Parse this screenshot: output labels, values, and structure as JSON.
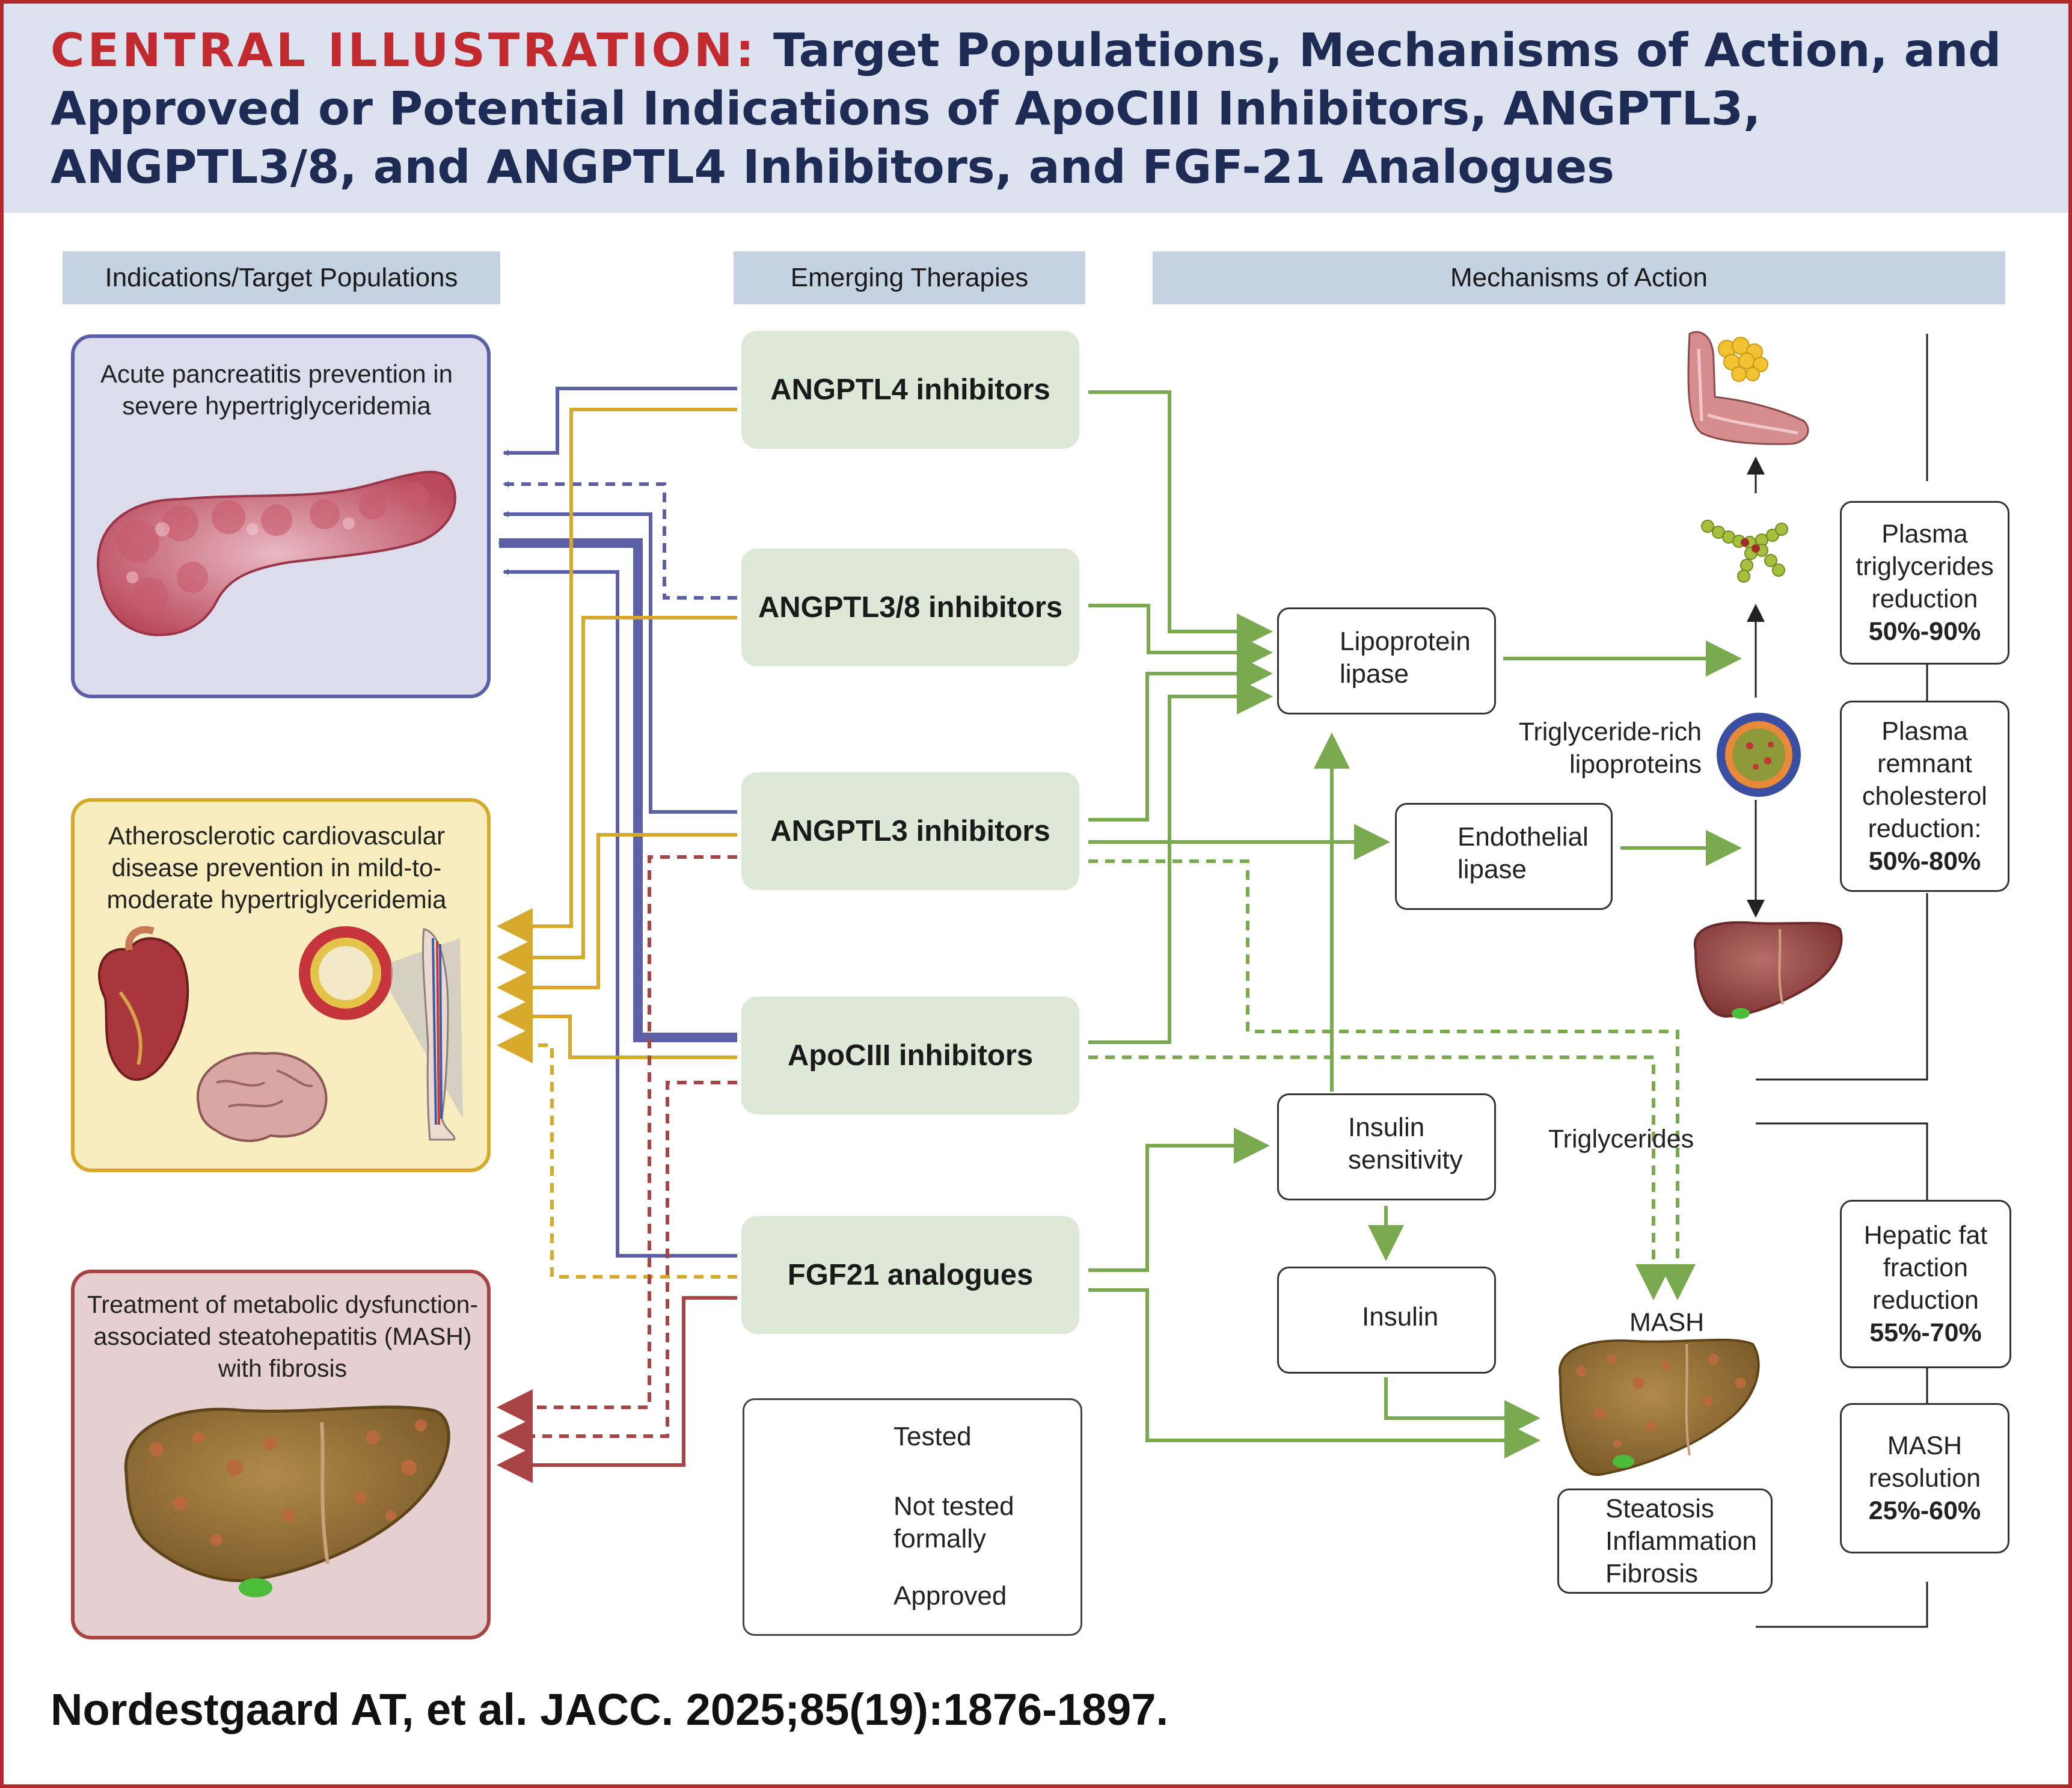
{
  "header": {
    "title_prefix": "CENTRAL ILLUSTRATION:",
    "title_rest": "Target Populations, Mechanisms of Action, and Approved or Potential Indications of ApoCIII Inhibitors, ANGPTL3, ANGPTL3/8, and ANGPTL4 Inhibitors, and FGF-21 Analogues",
    "bg_color": "#dde2f0",
    "prefix_color": "#c12b2f"
  },
  "columns": {
    "indications": "Indications/Target Populations",
    "therapies": "Emerging Therapies",
    "mechanisms": "Mechanisms of Action"
  },
  "indications": [
    {
      "label": "Acute pancreatitis prevention in severe hypertriglyceridemia",
      "color": "#5b5fa8",
      "image": "pancreas"
    },
    {
      "label": "Atherosclerotic cardiovascular disease prevention in mild-to-moderate hypertriglyceridemia",
      "color": "#d6a92a",
      "image": "heart-artery-brain-leg"
    },
    {
      "label": "Treatment of metabolic dysfunction-associated steatohepatitis (MASH) with fibrosis",
      "color": "#a94444",
      "image": "fatty-liver"
    }
  ],
  "therapies": [
    "ANGPTL4 inhibitors",
    "ANGPTL3/8 inhibitors",
    "ANGPTL3 inhibitors",
    "ApoCIII inhibitors",
    "FGF21 analogues"
  ],
  "mechanisms": {
    "lpl": "Lipoprotein lipase",
    "el": "Endothelial lipase",
    "insulin_sens": "Insulin sensitivity",
    "insulin": "Insulin",
    "triglycerides": "Triglycerides",
    "trl": "Triglyceride-rich lipoproteins",
    "mash": "MASH",
    "mash_effects": "Steatosis Inflammation Fibrosis"
  },
  "results": [
    {
      "label": "Plasma triglycerides reduction",
      "value": "50%-90%"
    },
    {
      "label": "Plasma remnant cholesterol reduction:",
      "value": "50%-80%"
    },
    {
      "label": "Hepatic fat fraction reduction",
      "value": "55%-70%"
    },
    {
      "label": "MASH resolution",
      "value": "25%-60%"
    }
  ],
  "legend": {
    "tested": "Tested",
    "not_tested": "Not tested formally",
    "approved": "Approved"
  },
  "citation": "Nordestgaard AT, et al. JACC. 2025;85(19):1876-1897.",
  "colors": {
    "blue": "#5b5fa8",
    "gold": "#d6a92a",
    "red": "#a94444",
    "green": "#79aa4f",
    "frame": "#b3282d"
  }
}
